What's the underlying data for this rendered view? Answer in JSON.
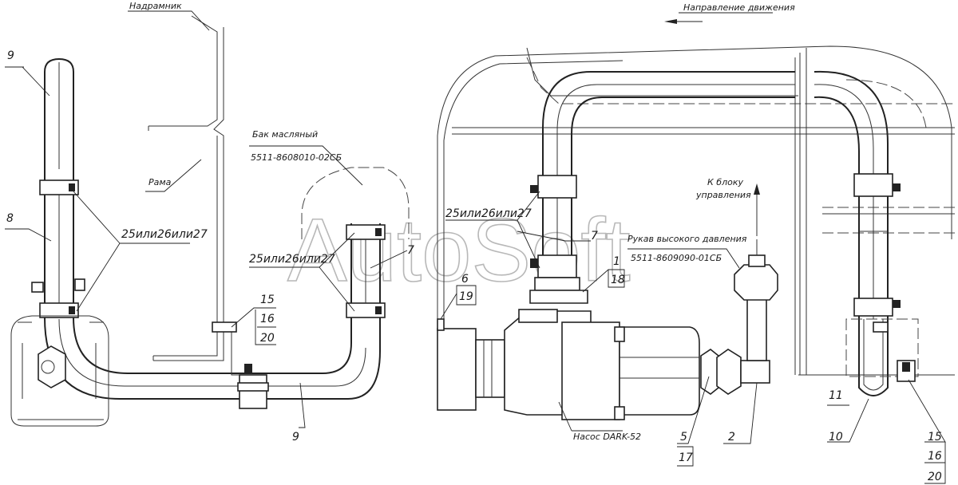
{
  "labels": {
    "podramnik": "Надрамник",
    "direction": "Направление движения",
    "rama": "Рама",
    "tank_title": "Бак масляный",
    "tank_code": "5511-8608010-02СБ",
    "clamps_left": "25или26или27",
    "clamps_mid": "25или26или27",
    "clamps_right": "25или26или27",
    "to_block_1": "К блоку",
    "to_block_2": "управления",
    "hose_title": "Рукав высокого давления",
    "hose_code": "5511-8609090-01СБ",
    "pump": "Насос DARK-52",
    "watermark": "AutoSoft"
  },
  "callouts": {
    "c9_top": "9",
    "c8": "8",
    "c9_bottom": "9",
    "c7_mid": "7",
    "c7_right": "7",
    "c1": "1",
    "c18": "18",
    "c6": "6",
    "c19": "19",
    "c15_left": "15",
    "c16_left": "16",
    "c20_left": "20",
    "c5": "5",
    "c17": "17",
    "c2": "2",
    "c11": "11",
    "c10": "10",
    "c15_right": "15",
    "c16_right": "16",
    "c20_right": "20"
  }
}
